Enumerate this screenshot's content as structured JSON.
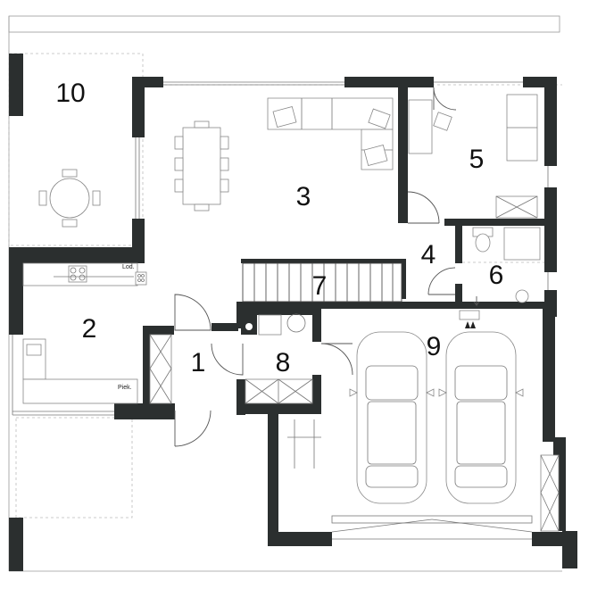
{
  "rooms": [
    {
      "id": "1",
      "label": "1"
    },
    {
      "id": "2",
      "label": "2"
    },
    {
      "id": "3",
      "label": "3"
    },
    {
      "id": "4",
      "label": "4"
    },
    {
      "id": "5",
      "label": "5"
    },
    {
      "id": "6",
      "label": "6"
    },
    {
      "id": "7",
      "label": "7"
    },
    {
      "id": "8",
      "label": "8"
    },
    {
      "id": "9",
      "label": "9"
    },
    {
      "id": "10",
      "label": "10"
    }
  ],
  "labels": {
    "fridge": "Lod.",
    "oven": "Piek."
  }
}
